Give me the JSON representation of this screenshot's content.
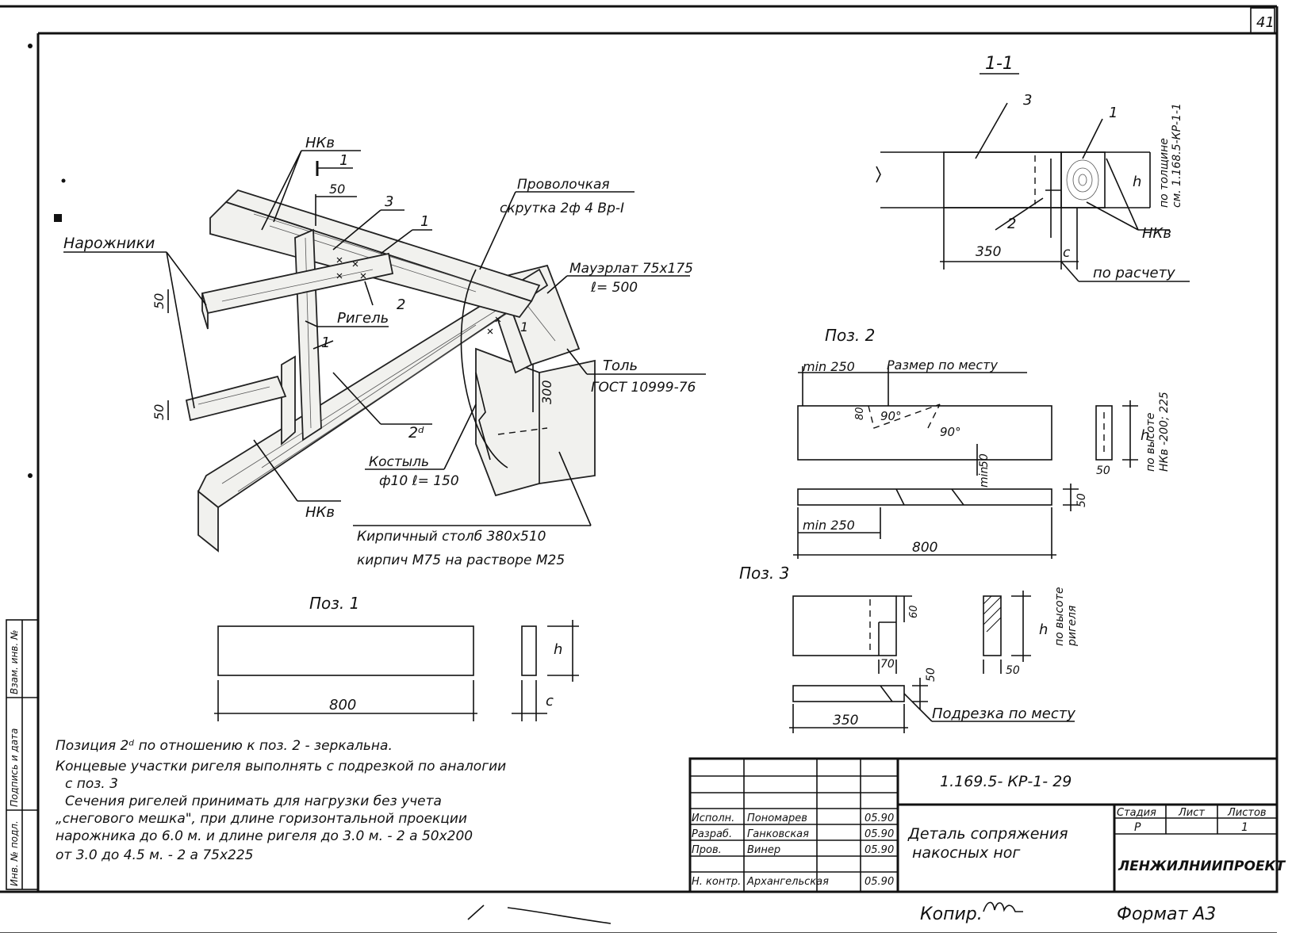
{
  "sheet_number": "41",
  "axonometric": {
    "labels": {
      "nkv_top": "НКв",
      "section_mark": "1",
      "dim_50_top": "50",
      "pos_3": "3",
      "pos_1_top": "1",
      "wire_1": "Проволочкая",
      "wire_2": "скрутка 2ф 4 Вр-I",
      "naroz": "Нарожники",
      "mauer_1": "Мауэрлат 75х175",
      "mauer_2": "ℓ= 500",
      "dim_50_left": "50",
      "rigel": "Ригель",
      "pos_1_mid": "1",
      "pos_2": "2",
      "pos_1_small": "1",
      "tol_1": "Толь",
      "tol_2": "ГОСТ 10999-76",
      "dim_300": "300",
      "dim_50_low": "50",
      "pos_2d": "2ᵈ",
      "kost_1": "Костыль",
      "kost_2": "ф10 ℓ= 150",
      "nkv_bottom": "НКв",
      "brick_1": "Кирпичный столб 380х510",
      "brick_2": "кирпич М75 на растворе М25"
    }
  },
  "section_1_1": {
    "title": "1-1",
    "pos_3": "3",
    "pos_1": "1",
    "h": "h",
    "pos_2": "2",
    "thickness_1": "по толщине",
    "thickness_2": "см. 1.168.5-КР-1-1",
    "nkv": "НКв",
    "dim_350": "350",
    "dim_c": "с",
    "by_calc": "по расчету"
  },
  "pos_2_detail": {
    "title": "Поз. 2",
    "min250_top": "min 250",
    "size_by_place": "Размер по месту",
    "ang1": "90°",
    "ang2": "90°",
    "dim_80": "80",
    "min50_num": "50",
    "min50_label": "min",
    "dim_50_side": "50",
    "dim_50_plan": "50",
    "h": "h",
    "height_1": "по высоте",
    "height_2": "НКв -200; 225",
    "min250_bottom": "min 250",
    "dim_800": "800"
  },
  "pos_3_detail": {
    "title": "Поз. 3",
    "dim_60": "60",
    "dim_70": "70",
    "h": "h",
    "height_1": "по высоте",
    "height_2": "ригеля",
    "dim_50_side": "50",
    "dim_50_plan": "50",
    "dim_350": "350",
    "trim": "Подрезка по месту"
  },
  "pos_1_detail": {
    "title": "Поз. 1",
    "dim_800": "800",
    "h": "h",
    "c": "с"
  },
  "notes": [
    "Позиция 2ᵈ по отношению к поз. 2 - зеркальна.",
    "Концевые участки ригеля выполнять с подрезкой по аналогии",
    "с поз. 3",
    "Сечения ригелей принимать для нагрузки без учета",
    "„снегового мешка\", при длине горизонтальной проекции",
    "нарожника до 6.0 м. и длине ригеля до 3.0 м. - 2 а 50х200",
    "от 3.0 до 4.5 м. - 2 а 75х225"
  ],
  "side_stamp": {
    "cells": [
      "Инв. № подл.",
      "Подпись и дата",
      "Взам. инв. №"
    ]
  },
  "title_block": {
    "doc_code": "1.169.5- КР-1- 29",
    "rows": [
      {
        "role": "Исполн.",
        "name": "Пономарев",
        "date": "05.90"
      },
      {
        "role": "Разраб.",
        "name": "Ганковская",
        "date": "05.90"
      },
      {
        "role": "Пров.",
        "name": "Винер",
        "date": "05.90"
      },
      {
        "role": "Н. контр.",
        "name": "Архангельская",
        "date": "05.90"
      }
    ],
    "title_1": "Деталь сопряжения",
    "title_2": "накосных ног",
    "stage_label": "Стадия",
    "sheet_label": "Лист",
    "sheets_label": "Листов",
    "stage": "Р",
    "sheets": "1",
    "org": "ЛЕНЖИЛНИИПРОЕКТ"
  },
  "footer": {
    "copied": "Копир.",
    "format": "Формат А3"
  }
}
